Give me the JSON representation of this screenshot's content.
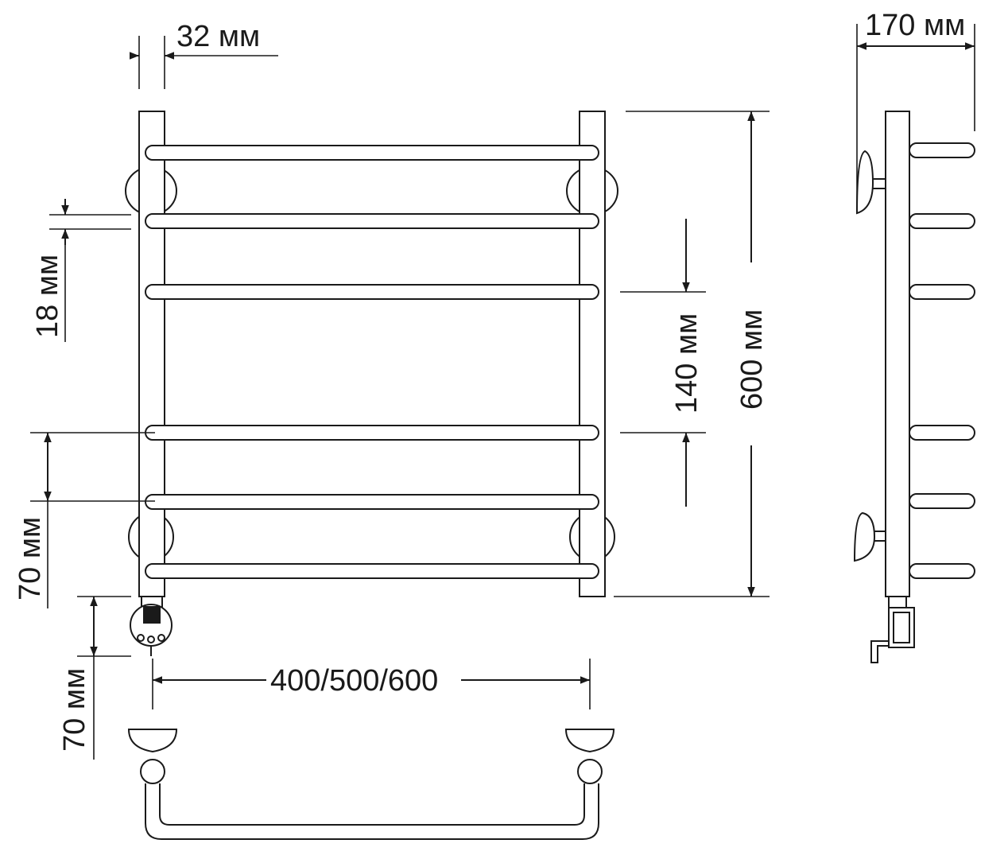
{
  "labels": {
    "pipe_diameter": "32 мм",
    "depth": "170 мм",
    "bar_gap": "18 мм",
    "bar_pitch": "140 мм",
    "height": "600 мм",
    "bottom_spacing": "70 мм",
    "heater_offset": "70 мм",
    "width": "400/500/600"
  },
  "colors": {
    "line": "#1a1a1a",
    "background": "#ffffff"
  }
}
